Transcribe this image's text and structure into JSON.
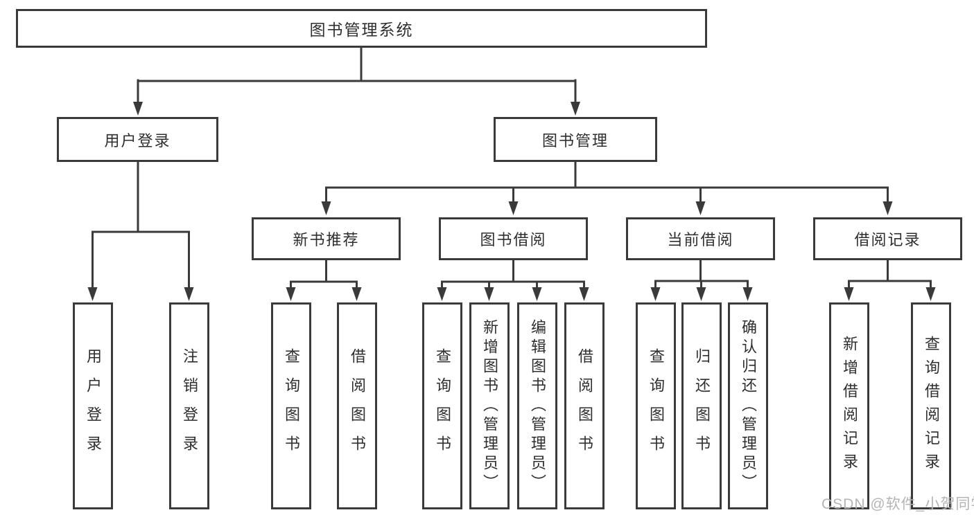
{
  "tree": {
    "root": {
      "label": "图书管理系统"
    },
    "branches": [
      {
        "label": "用户登录",
        "children": [
          {
            "label": "用户登录"
          },
          {
            "label": "注销登录"
          }
        ]
      },
      {
        "label": "图书管理",
        "children": [
          {
            "label": "新书推荐",
            "children": [
              {
                "label": "查询图书"
              },
              {
                "label": "借阅图书"
              }
            ]
          },
          {
            "label": "图书借阅",
            "children": [
              {
                "label": "查询图书"
              },
              {
                "label": "新增图书（管理员）"
              },
              {
                "label": "编辑图书（管理员）"
              },
              {
                "label": "借阅图书"
              }
            ]
          },
          {
            "label": "当前借阅",
            "children": [
              {
                "label": "查询图书"
              },
              {
                "label": "归还图书"
              },
              {
                "label": "确认归还（管理员）"
              }
            ]
          },
          {
            "label": "借阅记录",
            "children": [
              {
                "label": "新增借阅记录"
              },
              {
                "label": "查询借阅记录"
              }
            ]
          }
        ]
      }
    ]
  },
  "watermark": {
    "text": "CSDN @软件_小贺同学"
  },
  "colors": {
    "line": "#3a3a3a",
    "text": "#2e2e2e",
    "watermark": "#b4b4b4",
    "background": "#ffffff"
  }
}
